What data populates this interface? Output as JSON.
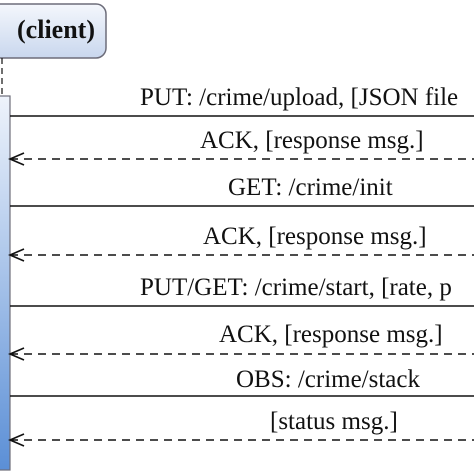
{
  "participant": {
    "label": "(client)"
  },
  "messages": [
    {
      "label": "PUT: /crime/upload, [JSON file",
      "kind": "request"
    },
    {
      "label": "ACK, [response msg.]",
      "kind": "response"
    },
    {
      "label": "GET: /crime/init",
      "kind": "request"
    },
    {
      "label": "ACK, [response msg.]",
      "kind": "response"
    },
    {
      "label": "PUT/GET: /crime/start, [rate, p",
      "kind": "request"
    },
    {
      "label": "ACK, [response msg.]",
      "kind": "response"
    },
    {
      "label": "OBS: /crime/stack",
      "kind": "request"
    },
    {
      "label": "[status msg.]",
      "kind": "response"
    }
  ],
  "colors": {
    "client_box_fill_top": "#f4f7fc",
    "client_box_fill_bottom": "#c9d7ee",
    "client_box_stroke": "#6d6d7a",
    "activation_fill_top": "#eef3fb",
    "activation_fill_bottom": "#5b8fd6",
    "line": "#111111"
  }
}
